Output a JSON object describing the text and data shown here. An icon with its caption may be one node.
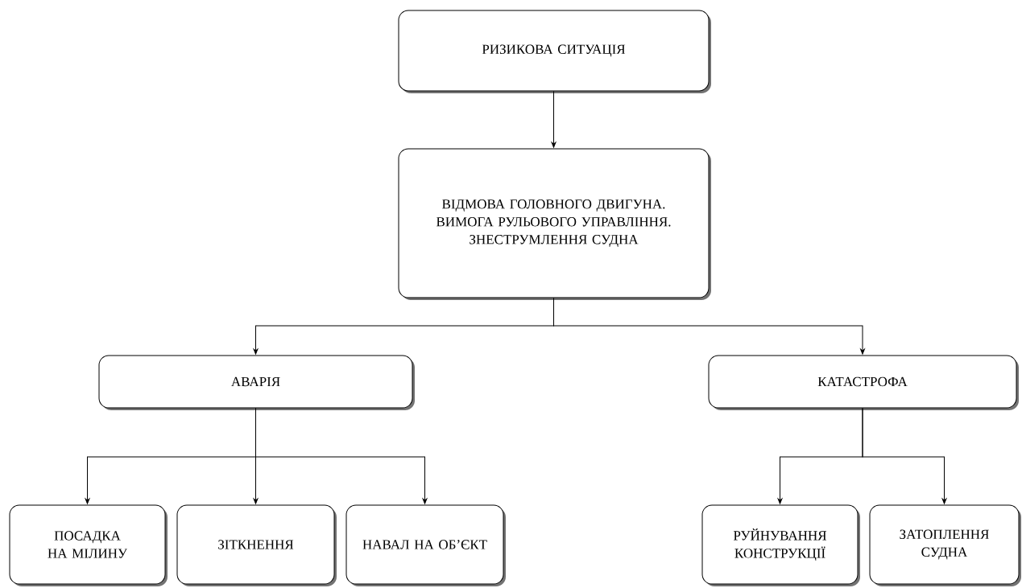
{
  "diagram": {
    "nodes": [
      {
        "text": [
          "РИЗИКОВА СИТУАЦІЯ"
        ]
      },
      {
        "text": [
          "ВІДМОВА ГОЛОВНОГО ДВИГУНА. ВИМОГА РУЛЬОВОГО УПРАВЛІННЯ. ЗНЕСТРУМЛЕННЯ СУДНА"
        ]
      },
      {
        "text": [
          "АВАРІЯ"
        ]
      },
      {
        "text": [
          "КАТАСТРОФА"
        ]
      },
      {
        "text": [
          "ПОСАДКА НА МІЛИНУ"
        ]
      },
      {
        "text": [
          "ЗІТКНЕННЯ"
        ]
      },
      {
        "text": [
          "НАВАЛ НА ОБ’ЄКТ"
        ]
      },
      {
        "text": [
          "РУЙНУВАННЯ КОНСТРУКЦІЇ"
        ]
      },
      {
        "text": [
          "ЗАТОПЛЕННЯ СУДНА"
        ]
      }
    ],
    "edges": [
      {
        "from": 0,
        "to": 1,
        "arrow": "to"
      },
      {
        "from": 1,
        "to": 2,
        "arrow": "to"
      },
      {
        "from": 1,
        "to": 3,
        "arrow": "to"
      },
      {
        "from": 2,
        "to": 4,
        "arrow": "to"
      },
      {
        "from": 2,
        "to": 5,
        "arrow": "to"
      },
      {
        "from": 2,
        "to": 6,
        "arrow": "to"
      },
      {
        "from": 3,
        "to": 7,
        "arrow": "to"
      },
      {
        "from": 3,
        "to": 8,
        "arrow": "to"
      }
    ]
  }
}
